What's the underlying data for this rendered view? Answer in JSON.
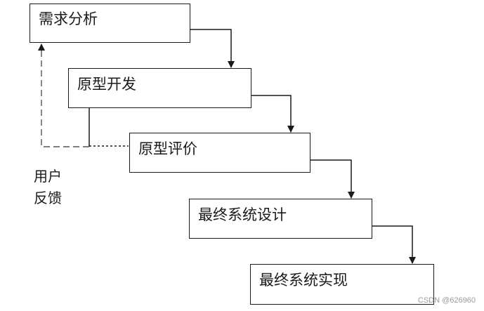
{
  "stages": [
    {
      "label": "需求分析"
    },
    {
      "label": "原型开发"
    },
    {
      "label": "原型评价"
    },
    {
      "label": "最终系统设计"
    },
    {
      "label": "最终系统实现"
    }
  ],
  "feedback": {
    "line1": "用户",
    "line2": "反馈"
  },
  "watermark": "CSDN @626960",
  "colors": {
    "stroke": "#1a1a1a",
    "feedback_line": "#555555",
    "background": "#ffffff"
  }
}
